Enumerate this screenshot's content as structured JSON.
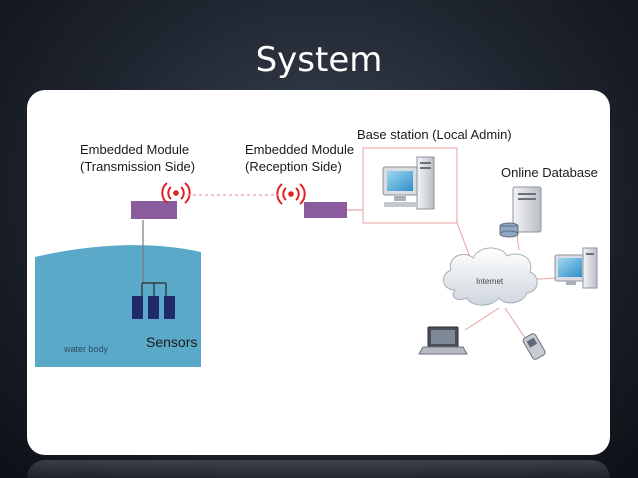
{
  "slide": {
    "title": "System"
  },
  "diagram": {
    "transmission_module": {
      "line1": "Embedded Module",
      "line2": "(Transmission Side)"
    },
    "reception_module": {
      "line1": "Embedded Module",
      "line2": "(Reception Side)"
    },
    "base_station": "Base station (Local Admin)",
    "online_database": "Online Database",
    "internet": "Internet",
    "water_body": "water body",
    "sensors": "Sensors"
  },
  "colors": {
    "water": "#5aa9c9",
    "module": "#8a5c9e",
    "sensor": "#1f2a6b",
    "signal": "#e02020",
    "link": "#e8a0a0"
  }
}
